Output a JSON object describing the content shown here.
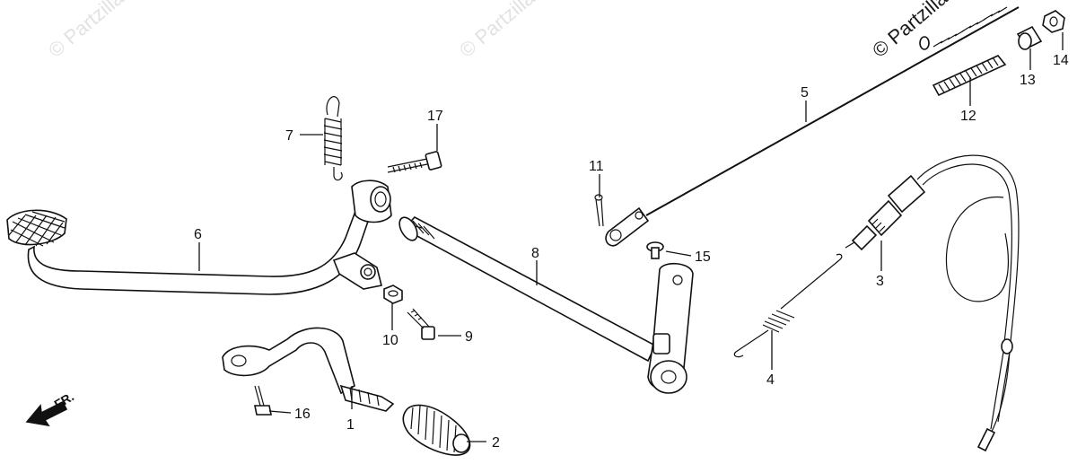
{
  "watermarks": [
    "© Partzilla.com",
    "© Partzilla.com",
    "© Partzilla.com"
  ],
  "direction": {
    "label": "FR."
  },
  "callouts": {
    "c1": "1",
    "c2": "2",
    "c3": "3",
    "c4": "4",
    "c5": "5",
    "c6": "6",
    "c7": "7",
    "c8": "8",
    "c9": "9",
    "c10": "10",
    "c11": "11",
    "c12": "12",
    "c13": "13",
    "c14": "14",
    "c15": "15",
    "c16": "16",
    "c17": "17"
  },
  "colors": {
    "ink": "#111111",
    "watermark": "#e2e2e2",
    "background": "#ffffff"
  }
}
